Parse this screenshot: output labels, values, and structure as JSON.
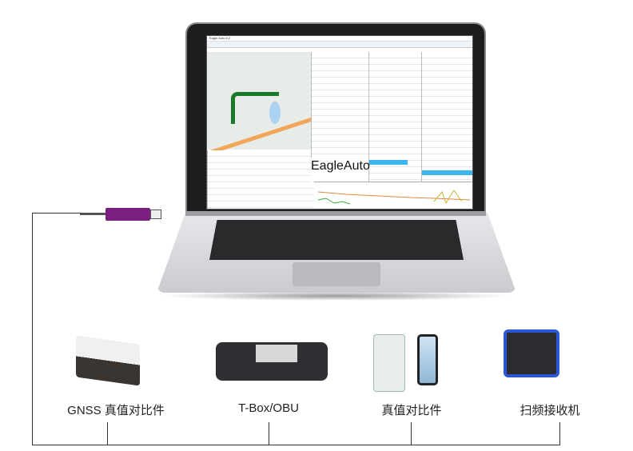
{
  "screen": {
    "app_title": "Eagle Auto 6.2",
    "brand": "EagleAuto"
  },
  "devices": [
    {
      "label": "GNSS 真值对比件"
    },
    {
      "label": "T-Box/OBU"
    },
    {
      "label": "真值对比件"
    },
    {
      "label": "扫频接收机"
    }
  ],
  "colors": {
    "dongle": "#7a1f7e",
    "route": "#1b7a2a",
    "highlight": "#3bb6f0"
  }
}
